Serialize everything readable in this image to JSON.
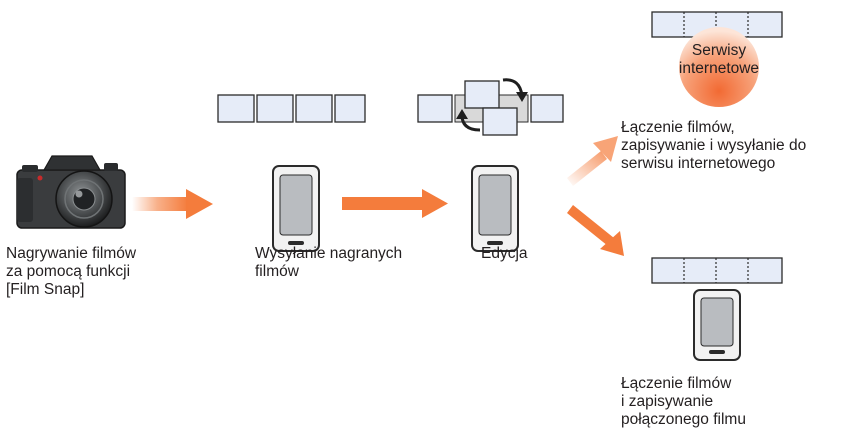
{
  "steps": {
    "record": "Nagrywanie filmów\nza pomocą funkcji\n[Film Snap]",
    "send": "Wysyłanie nagranych\nfilmów",
    "edit": "Edycja",
    "web_service_result": "Łączenie filmów,\nzapisywanie i wysyłanie do\nserwisu internetowego",
    "save_result": "Łączenie filmów\ni zapisywanie\npołączonego filmu"
  },
  "web_service_bubble": "Serwisy\ninternetowe",
  "colors": {
    "arrow": "#f47c3c",
    "frame_fill": "#e6ecf8",
    "frame_stroke": "#2b2b2b",
    "bubble": "#f37e4f",
    "device_screen": "#b9bcc0"
  }
}
